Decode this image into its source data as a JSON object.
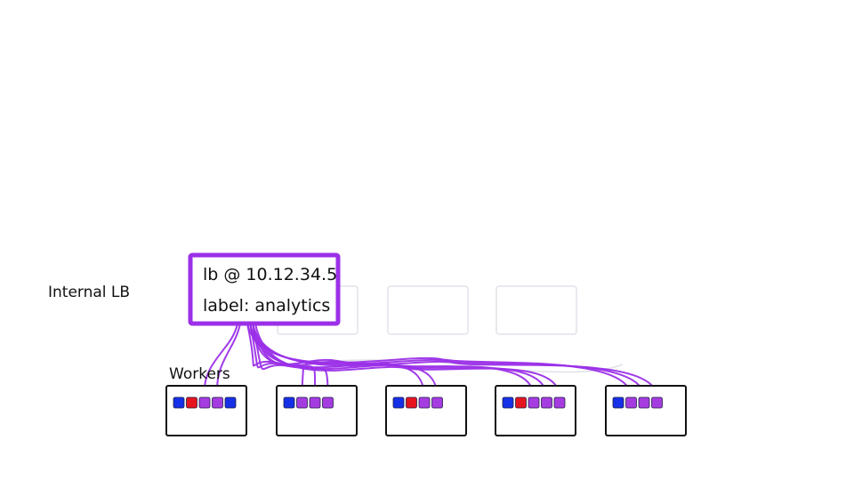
{
  "colors": {
    "accent": "#9b30e8",
    "pod_blue": "#1530e6",
    "pod_red": "#e6141e",
    "pod_purple": "#a53ce0",
    "ink": "#111111"
  },
  "labels": {
    "internal_lb": "Internal LB",
    "workers": "Workers"
  },
  "load_balancer": {
    "line1": "lb @ 10.12.34.5",
    "line2": "label: analytics"
  },
  "workers": [
    {
      "pods": [
        "blue",
        "red",
        "purple",
        "purple",
        "blue"
      ]
    },
    {
      "pods": [
        "blue",
        "purple",
        "purple",
        "purple"
      ]
    },
    {
      "pods": [
        "blue",
        "red",
        "purple",
        "purple"
      ]
    },
    {
      "pods": [
        "blue",
        "red",
        "purple",
        "purple",
        "purple"
      ]
    },
    {
      "pods": [
        "blue",
        "purple",
        "purple",
        "purple"
      ]
    }
  ]
}
